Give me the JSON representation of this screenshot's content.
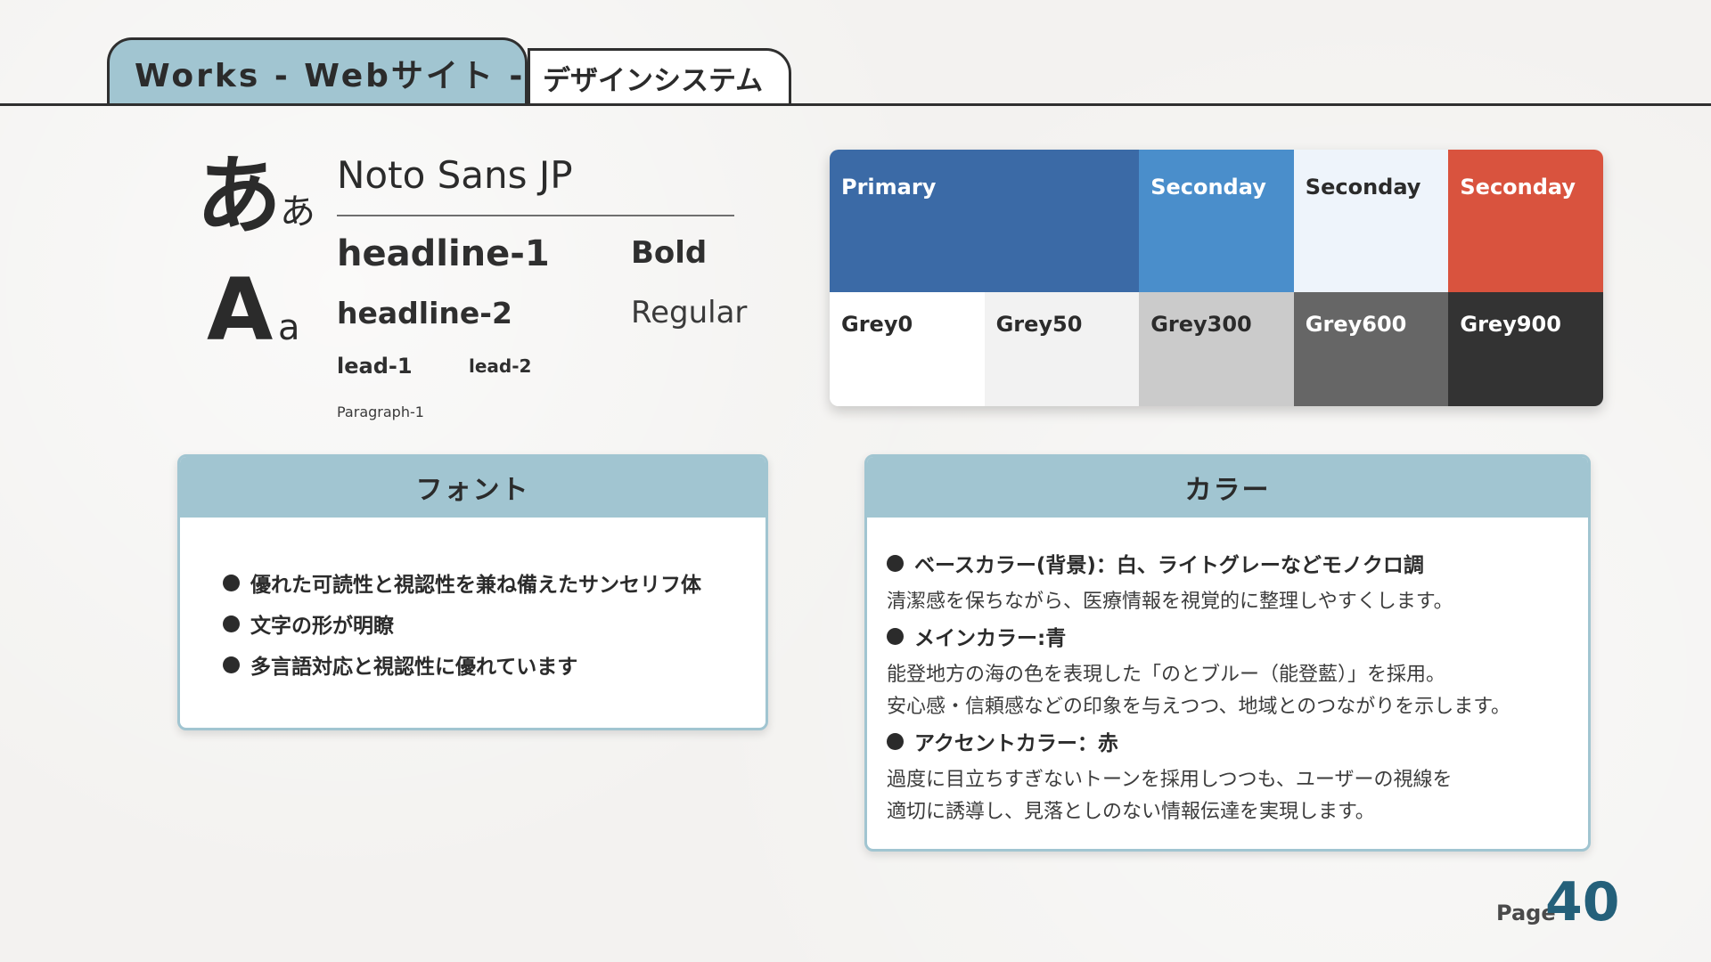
{
  "header": {
    "active_tab": "Works - Webサイト -",
    "inactive_tab": "デザインシステム"
  },
  "typography": {
    "glyph_hiragana_large": "あ",
    "glyph_hiragana_small": "あ",
    "glyph_latin_large": "A",
    "glyph_latin_small": "a",
    "font_name": "Noto Sans JP",
    "headline_1": "headline-1",
    "weight_bold": "Bold",
    "headline_2": "headline-2",
    "weight_regular": "Regular",
    "lead_1": "lead-1",
    "lead_2": "lead-2",
    "paragraph_1": "Paragraph-1"
  },
  "palette": {
    "main": [
      {
        "label": "Primary",
        "color": "#3b6aa6",
        "text_color": "#ffffff"
      },
      {
        "label": "Seconday",
        "color": "#4a8ecb",
        "text_color": "#ffffff"
      },
      {
        "label": "Seconday",
        "color": "#eef4fb",
        "text_color": "#2b2b2b"
      },
      {
        "label": "Seconday",
        "color": "#d9533e",
        "text_color": "#ffffff"
      }
    ],
    "greys": [
      {
        "label": "Grey0",
        "color": "#ffffff",
        "text_color": "#2b2b2b"
      },
      {
        "label": "Grey50",
        "color": "#f2f2f2",
        "text_color": "#2b2b2b"
      },
      {
        "label": "Grey300",
        "color": "#cbcbcb",
        "text_color": "#2b2b2b"
      },
      {
        "label": "Grey600",
        "color": "#666666",
        "text_color": "#ffffff"
      },
      {
        "label": "Grey900",
        "color": "#333333",
        "text_color": "#ffffff"
      }
    ]
  },
  "font_card": {
    "title": "フォント",
    "bullets": [
      "優れた可読性と視認性を兼ね備えたサンセリフ体",
      "文字の形が明瞭",
      "多言語対応と視認性に優れています"
    ]
  },
  "color_card": {
    "title": "カラー",
    "base_heading": "ベースカラー(背景)：白、ライトグレーなどモノクロ調",
    "base_text": "清潔感を保ちながら、医療情報を視覚的に整理しやすくします。",
    "main_heading": "メインカラー:青",
    "main_text_1": "能登地方の海の色を表現した「のとブルー（能登藍）」を採用。",
    "main_text_2": "安心感・信頼感などの印象を与えつつ、地域とのつながりを示します。",
    "accent_heading": "アクセントカラー：赤",
    "accent_text_1": "過度に目立ちすぎないトーンを採用しつつも、ユーザーの視線を",
    "accent_text_2": "適切に誘導し、見落としのない情報伝達を実現します。"
  },
  "page": {
    "label": "Page",
    "number": "40"
  }
}
